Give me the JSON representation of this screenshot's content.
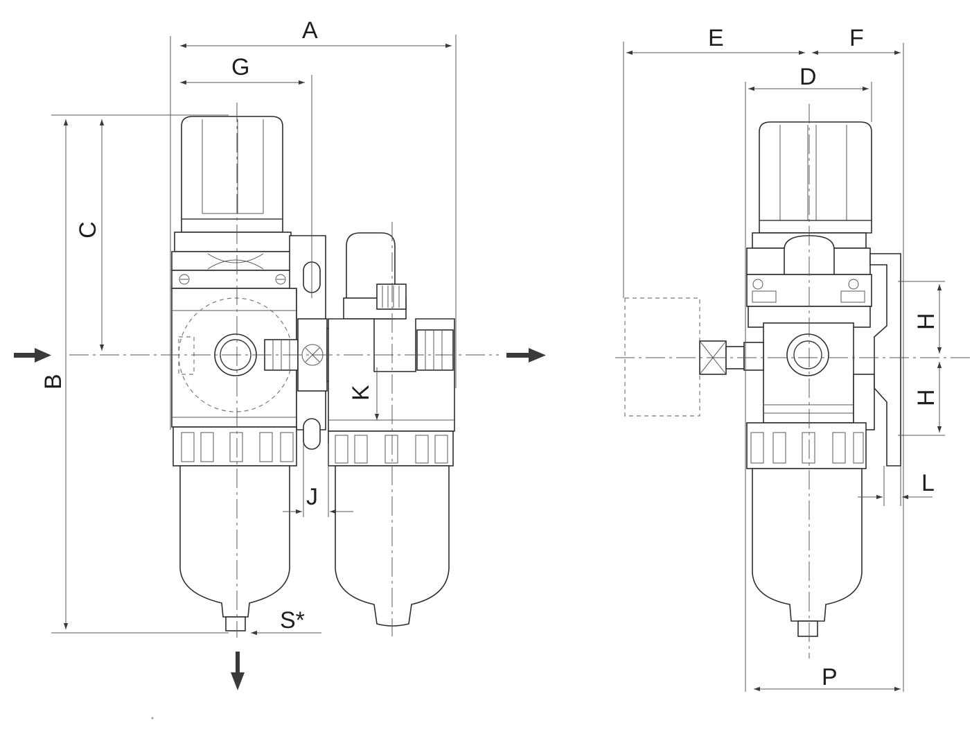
{
  "dimension_labels": {
    "A": "A",
    "B": "B",
    "C": "C",
    "D": "D",
    "E": "E",
    "F": "F",
    "G": "G",
    "H_upper": "H",
    "H_lower": "H",
    "J": "J",
    "K": "K",
    "L": "L",
    "P": "P",
    "S": "S*"
  },
  "colors": {
    "line": "#3a3a3a",
    "background": "#ffffff"
  }
}
